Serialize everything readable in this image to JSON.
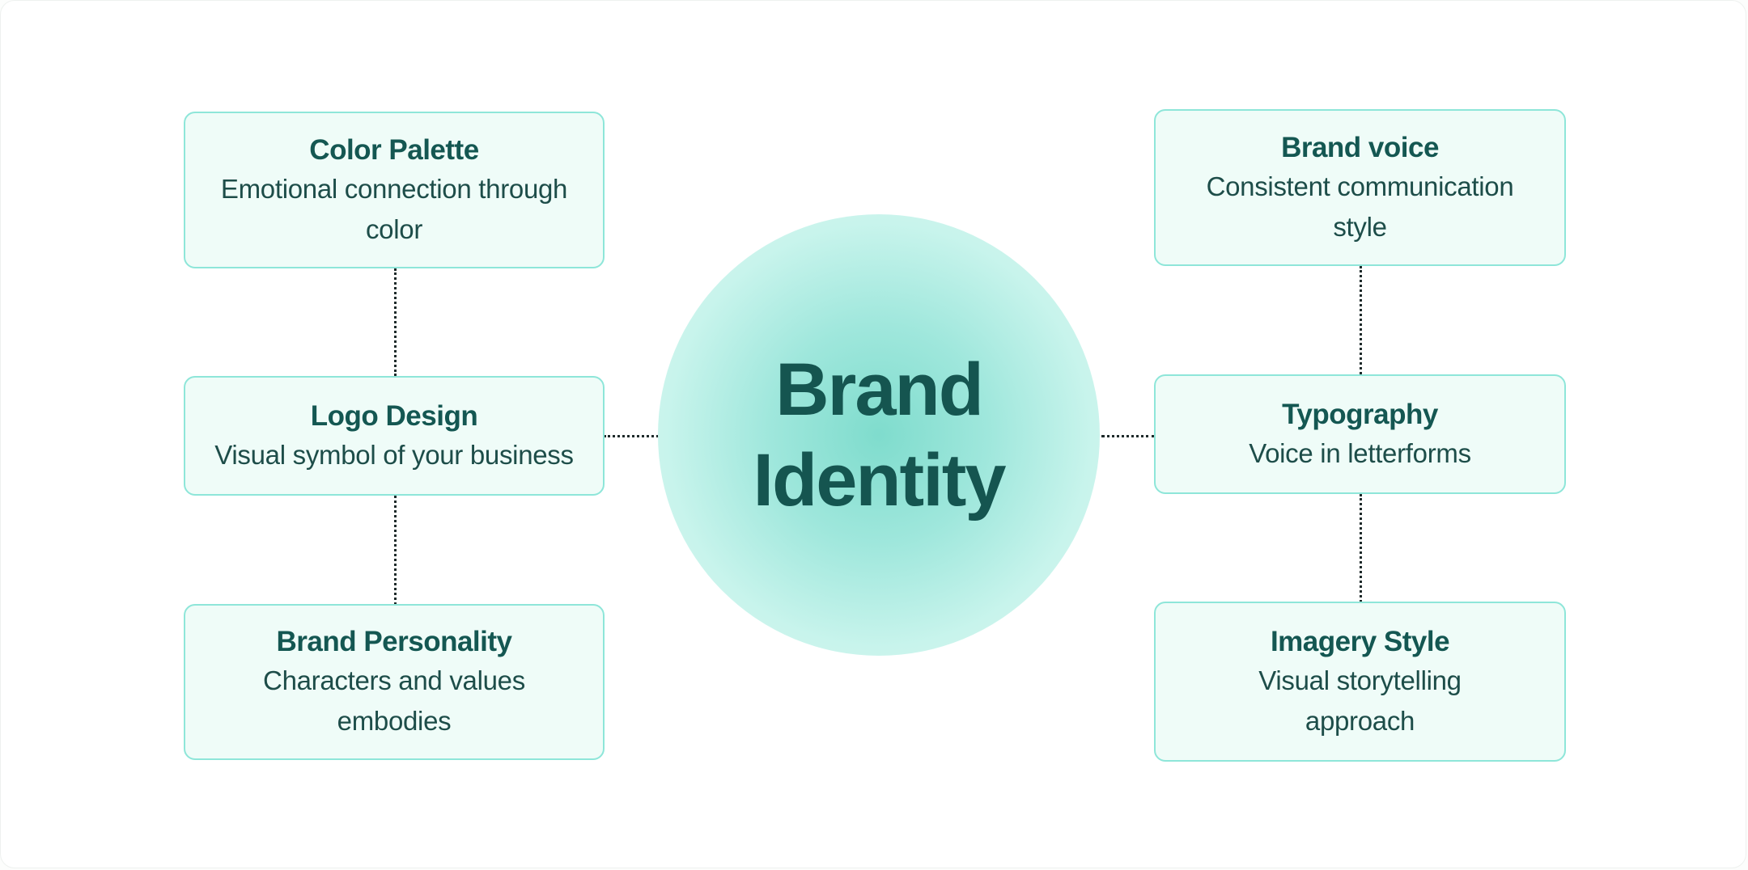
{
  "center": {
    "title": "Brand Identity"
  },
  "nodes": {
    "color_palette": {
      "title": "Color Palette",
      "desc": "Emotional connection through color"
    },
    "logo_design": {
      "title": "Logo Design",
      "desc": "Visual symbol of your business"
    },
    "brand_personality": {
      "title": "Brand Personality",
      "desc": "Characters and values embodies"
    },
    "brand_voice": {
      "title": "Brand voice",
      "desc": "Consistent communication style"
    },
    "typography": {
      "title": "Typography",
      "desc": "Voice in letterforms"
    },
    "imagery_style": {
      "title": "Imagery Style",
      "desc": "Visual storytelling approach"
    }
  },
  "colors": {
    "node_border": "#8ee6d9",
    "node_fill": "#effcf8",
    "title_text": "#145752",
    "hub_center": "#7fdccd"
  }
}
